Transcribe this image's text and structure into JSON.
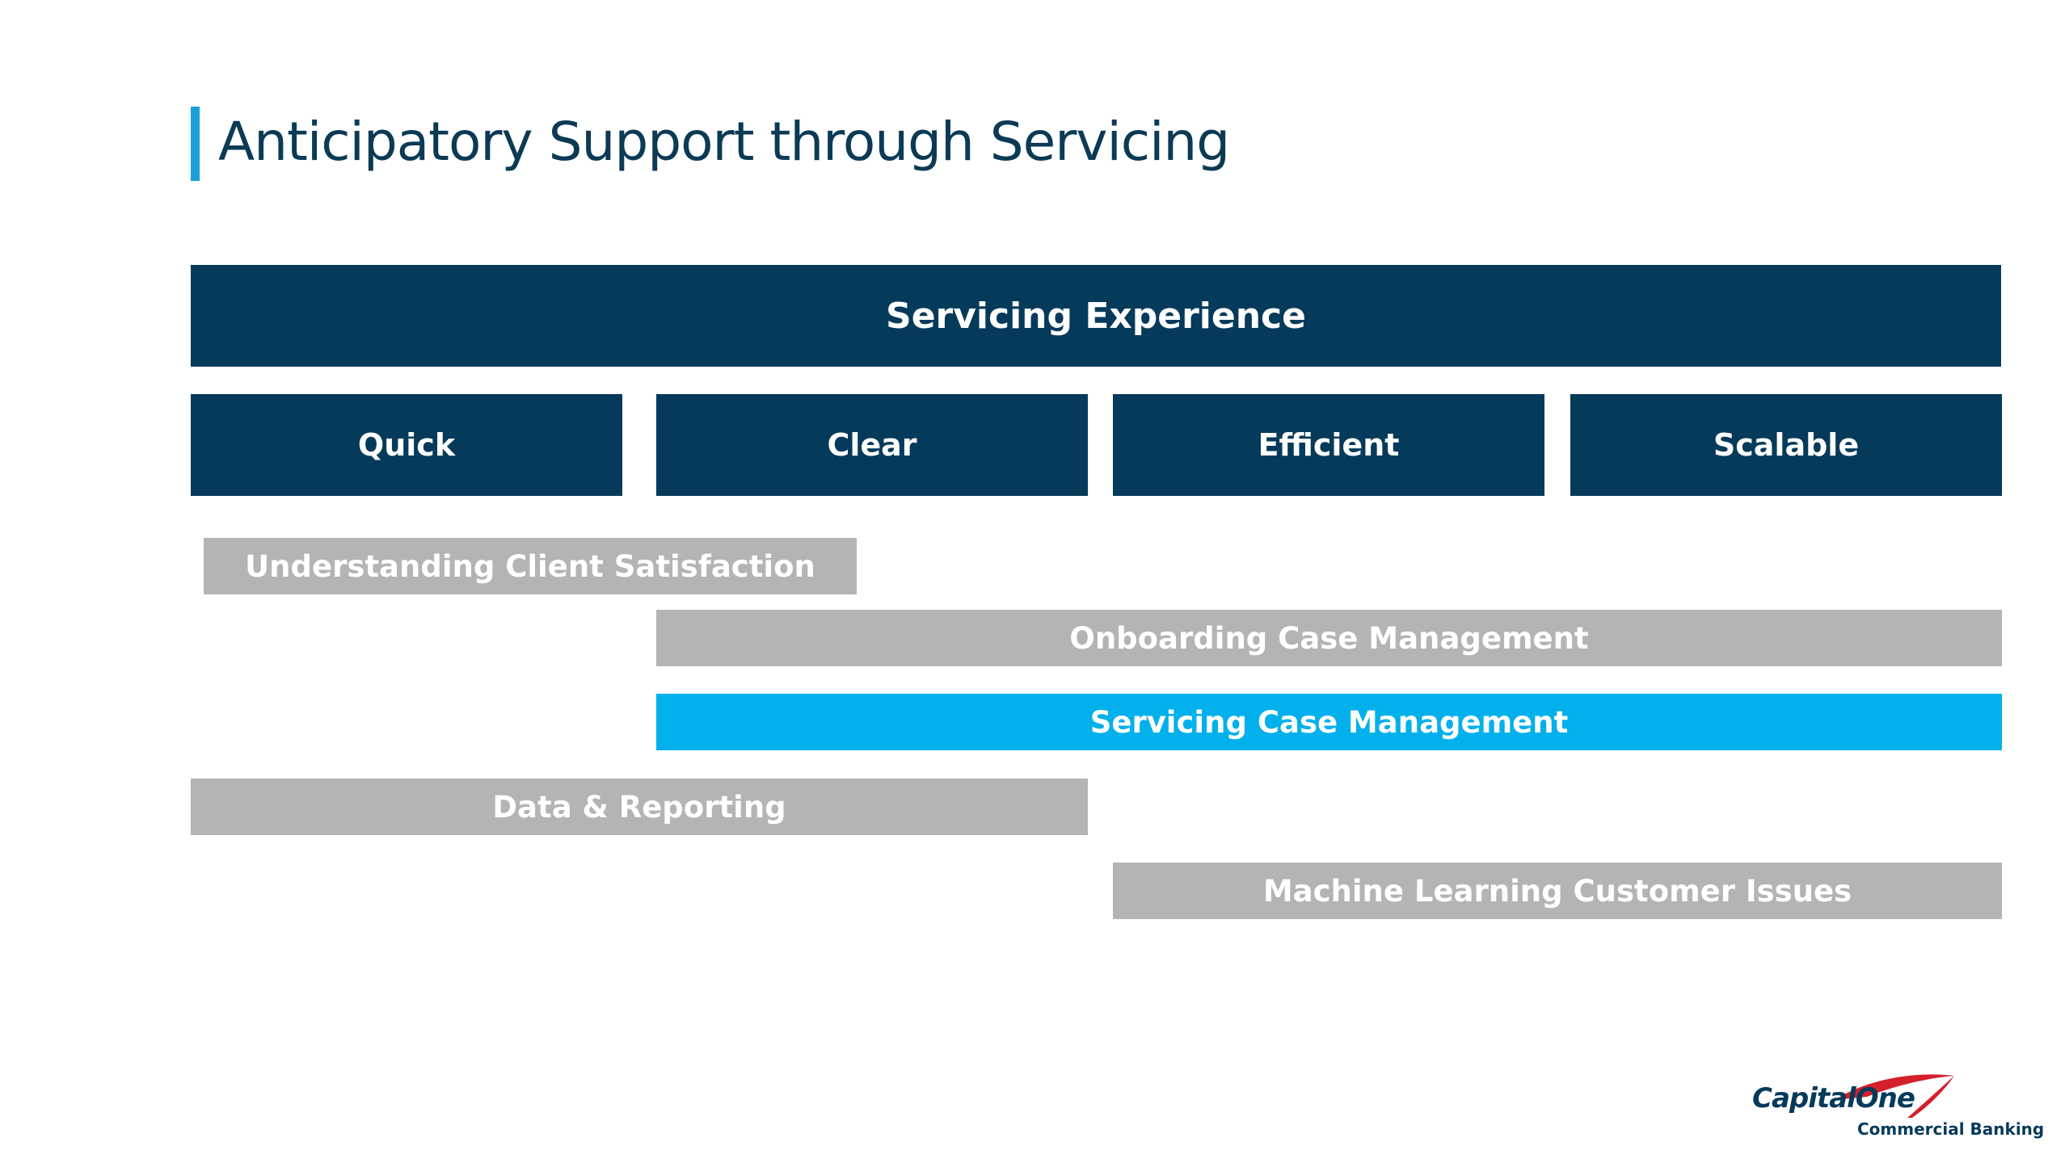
{
  "title": "Anticipatory Support through Servicing",
  "header": {
    "label": "Servicing Experience"
  },
  "pillars": [
    {
      "label": "Quick"
    },
    {
      "label": "Clear"
    },
    {
      "label": "Efficient"
    },
    {
      "label": "Scalable"
    }
  ],
  "initiatives": [
    {
      "label": "Understanding Client Satisfaction",
      "highlighted": false
    },
    {
      "label": "Onboarding Case Management",
      "highlighted": false
    },
    {
      "label": "Servicing Case Management",
      "highlighted": true
    },
    {
      "label": "Data & Reporting",
      "highlighted": false
    },
    {
      "label": "Machine Learning Customer Issues",
      "highlighted": false
    }
  ],
  "logo": {
    "brand": "Capital One",
    "wordmark": "CapitalOne",
    "division": "Commercial Banking"
  },
  "colors": {
    "navy": "#063a5a",
    "gray": "#b4b4b4",
    "highlight": "#02b0ec",
    "accent": "#1aa0d8",
    "swoosh": "#d4202c"
  }
}
